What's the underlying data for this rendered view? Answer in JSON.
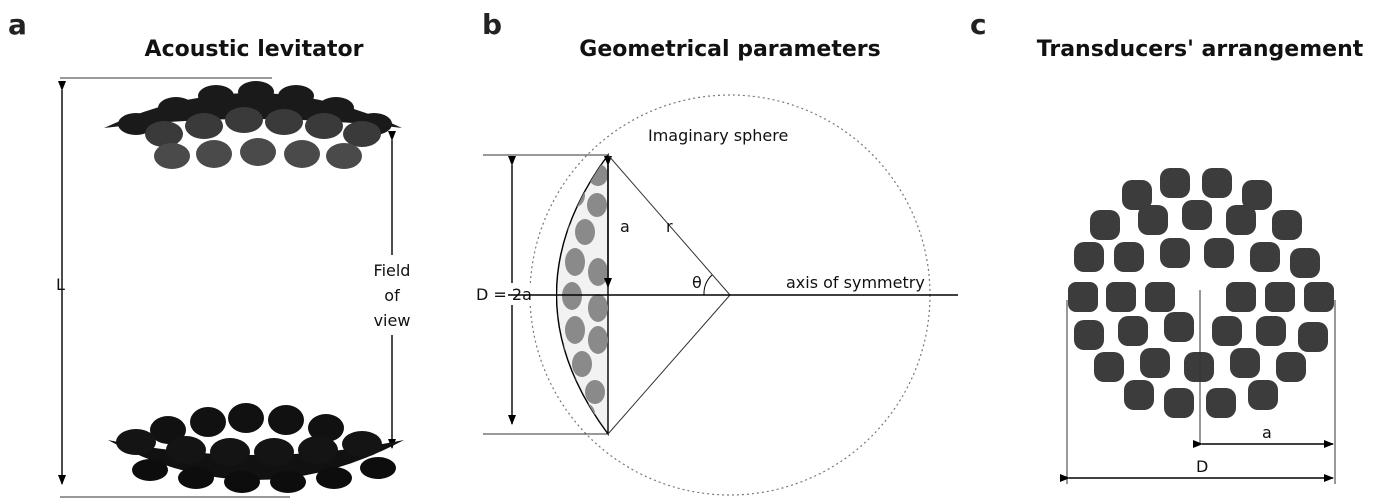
{
  "panels": {
    "a": {
      "letter": "a",
      "title": "Acoustic levitator",
      "label_L": "L",
      "field_of_view": [
        "Field",
        "of",
        "view"
      ]
    },
    "b": {
      "letter": "b",
      "title": "Geometrical parameters",
      "sphere_label": "Imaginary sphere",
      "label_a": "a",
      "label_r": "r",
      "label_theta": "θ",
      "label_D": "D = 2a",
      "axis_label": "axis of symmetry"
    },
    "c": {
      "letter": "c",
      "title": "Transducers' arrangement",
      "label_a": "a",
      "label_D": "D"
    }
  },
  "colors": {
    "transducer_dark": "#1a1a1a",
    "transducer_mid": "#555555",
    "transducer_light": "#8a8a8a",
    "line": "#000000"
  }
}
